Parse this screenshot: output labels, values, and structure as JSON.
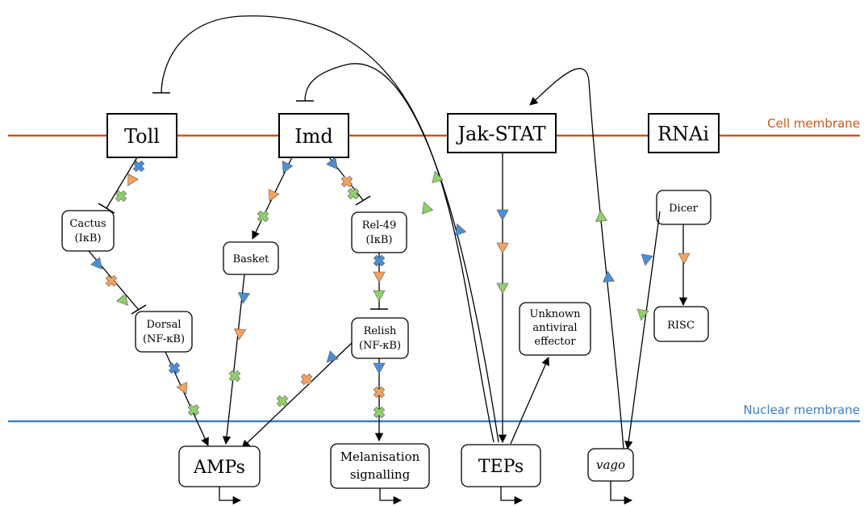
{
  "membranes": {
    "cell": {
      "label": "Cell membrane",
      "color": "#c8571b"
    },
    "nuclear": {
      "label": "Nuclear membrane",
      "color": "#3b7fc4"
    }
  },
  "receptors": {
    "toll": "Toll",
    "imd": "Imd",
    "jakstat": "Jak-STAT",
    "rnai": "RNAi"
  },
  "nodes": {
    "cactus": [
      "Cactus",
      "(IκB)"
    ],
    "dorsal": [
      "Dorsal",
      "(NF-κB)"
    ],
    "basket": [
      "Basket"
    ],
    "rel49": [
      "Rel-49",
      "(IκB)"
    ],
    "relish": [
      "Relish",
      "(NF-κB)"
    ],
    "unknown": [
      "Unknown",
      "antiviral",
      "effector"
    ],
    "dicer": [
      "Dicer"
    ],
    "risc": [
      "RISC"
    ]
  },
  "outputs": {
    "amps": [
      "AMPs"
    ],
    "melan": [
      "Melanisation",
      "signalling"
    ],
    "teps": [
      "TEPs"
    ],
    "vago": [
      "vago"
    ]
  },
  "colors": {
    "blue": "#4a8fd6",
    "orange": "#f5a25d",
    "green": "#8fd06a",
    "line": "#000000"
  },
  "marker_icons": [
    "blue-triangle",
    "orange-triangle",
    "green-triangle",
    "blue-cross",
    "orange-cross",
    "green-cross"
  ]
}
